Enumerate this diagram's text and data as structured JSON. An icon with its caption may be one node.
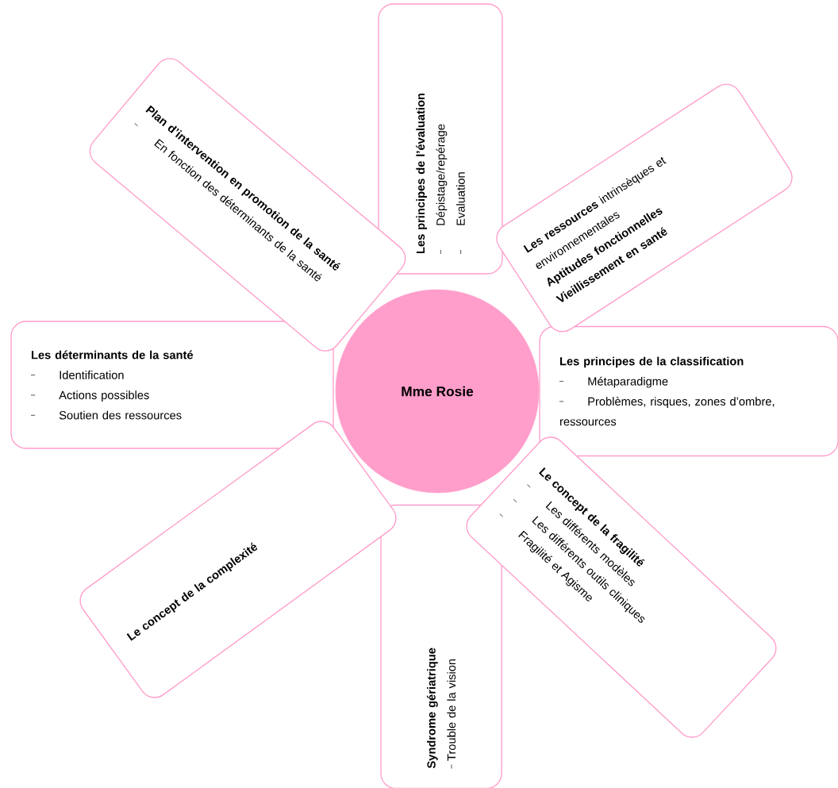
{
  "diagram": {
    "nodes": [
      {
        "text": [
          "Plan d’intervention en promotion de la santé",
          "En fonction des déterminants de la santé"
        ]
      },
      {
        "text": [
          "Les principes de l’évaluation",
          "Dépistage/repérage",
          "Evaluation"
        ]
      },
      {
        "text": [
          "**Les ressources** intrinsèques et environnementales",
          "Aptitudes fonctionnelles",
          "Vieillissement en santé"
        ]
      },
      {
        "text": [
          "Les déterminants de la santé",
          "Identification",
          "Actions possibles",
          "Soutien des ressources"
        ]
      },
      {
        "text": [
          "Mme Rosie"
        ]
      },
      {
        "text": [
          "Les principes de la classification",
          "Métaparadigme",
          "Problèmes, risques, zones d’ombre, ressources"
        ]
      },
      {
        "text": [
          "Le concept de la complexité"
        ]
      },
      {
        "text": [
          "Le concept de la fragilité",
          "Les différents modèles",
          "Les différents outils cliniques",
          "Fragilité et Agisme"
        ]
      },
      {
        "text": [
          "Syndrome gériatrique",
          "Trouble de la vision"
        ]
      }
    ]
  }
}
